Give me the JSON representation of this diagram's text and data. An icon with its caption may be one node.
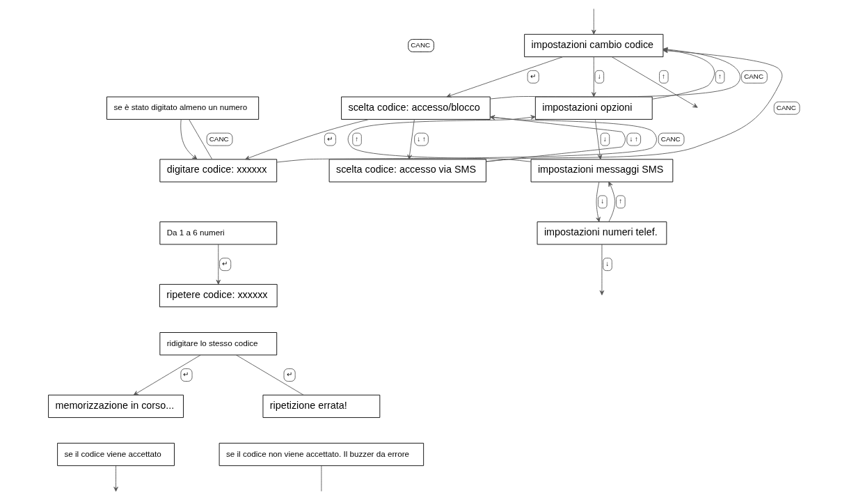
{
  "diagram": {
    "nodes": [
      {
        "text": [
          "impostazioni cambio codice"
        ]
      },
      {
        "text": [
          "impostazioni opzioni"
        ]
      },
      {
        "text": [
          "impostazioni messaggi SMS"
        ]
      },
      {
        "text": [
          "impostazioni numeri telef."
        ]
      },
      {
        "text": [
          "scelta codice: accesso/blocco"
        ]
      },
      {
        "text": [
          "scelta codice: accesso via SMS"
        ]
      },
      {
        "text": [
          "se è stato digitato almeno un numero"
        ]
      },
      {
        "text": [
          "digitare codice: xxxxxx"
        ]
      },
      {
        "text": [
          "Da 1 a 6 numeri"
        ]
      },
      {
        "text": [
          "ripetere codice: xxxxxx"
        ]
      },
      {
        "text": [
          "ridigitare lo stesso codice"
        ]
      },
      {
        "text": [
          "memorizzazione in corso..."
        ]
      },
      {
        "text": [
          "se il codice viene accettato"
        ]
      },
      {
        "text": [
          "ripetizione errata!"
        ]
      },
      {
        "text": [
          "se il codice non viene accettato. Il buzzer da errore"
        ]
      }
    ],
    "edges": [
      {
        "from": 0,
        "to": null,
        "arrow": "to",
        "label": "↑"
      },
      {
        "from": 0,
        "to": 4,
        "arrow": "to",
        "label": "↵"
      },
      {
        "from": 4,
        "to": 0,
        "arrow": "to",
        "label": "CANC"
      },
      {
        "from": 4,
        "to": 7,
        "arrow": "to",
        "label": "↵"
      },
      {
        "from": 7,
        "to": 4,
        "arrow": "to",
        "label": "CANC"
      },
      {
        "from": 7,
        "to": 6,
        "arrow": "none",
        "label": "CANC"
      },
      {
        "from": 6,
        "to": 7,
        "arrow": "to"
      },
      {
        "from": 0,
        "to": 1,
        "arrow": "to",
        "label": "↓"
      },
      {
        "from": 1,
        "to": 0,
        "arrow": "to",
        "label": "↑"
      },
      {
        "from": 1,
        "to": 2,
        "arrow": "to",
        "label": "↓"
      },
      {
        "from": 2,
        "to": 1,
        "arrow": "to",
        "label": "↑"
      },
      {
        "from": 2,
        "to": 3,
        "arrow": "to",
        "label": "↓"
      },
      {
        "from": 3,
        "to": 2,
        "arrow": "to",
        "label": "↑"
      },
      {
        "from": 3,
        "to": null,
        "arrow": "to",
        "label": "↓"
      },
      {
        "from": 4,
        "to": 5,
        "arrow": "to",
        "label": "↓ ↑"
      },
      {
        "from": 5,
        "to": 4,
        "arrow": "to",
        "label": "↓ ↑"
      },
      {
        "from": 5,
        "to": 0,
        "arrow": "to",
        "label": "CANC"
      },
      {
        "from": null,
        "to": 0,
        "arrow": "to"
      },
      {
        "from": 8,
        "to": 9,
        "arrow": "to",
        "label": "↵"
      },
      {
        "from": 10,
        "to": 11,
        "arrow": "to",
        "label": "↵"
      },
      {
        "from": 10,
        "to": 13,
        "arrow": "none",
        "label": "↵"
      },
      {
        "from": 12,
        "to": null,
        "arrow": "to"
      },
      {
        "from": 14,
        "to": null,
        "arrow": "none"
      }
    ],
    "labels": [
      "CANC"
    ]
  }
}
